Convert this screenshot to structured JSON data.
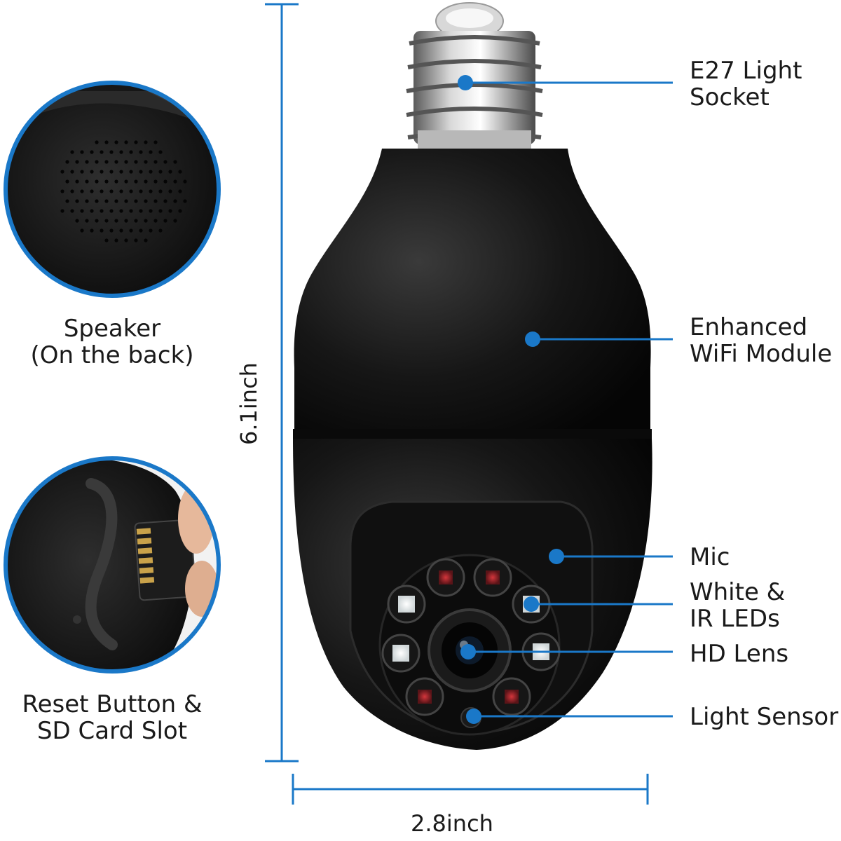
{
  "callouts": {
    "socket": {
      "line1": "E27 Light",
      "line2": "Socket"
    },
    "wifi": {
      "line1": "Enhanced",
      "line2": "WiFi Module"
    },
    "mic": {
      "line1": "Mic"
    },
    "leds": {
      "line1": "White &",
      "line2": "IR LEDs"
    },
    "lens": {
      "line1": "HD Lens"
    },
    "sensor": {
      "line1": "Light Sensor"
    }
  },
  "insets": {
    "speaker": {
      "line1": "Speaker",
      "line2": "(On the back)"
    },
    "reset": {
      "line1": "Reset Button &",
      "line2": "SD Card Slot"
    }
  },
  "dimensions": {
    "height": "6.1inch",
    "width": "2.8inch"
  },
  "colors": {
    "accent": "#1a78c8",
    "body": "#151515"
  }
}
